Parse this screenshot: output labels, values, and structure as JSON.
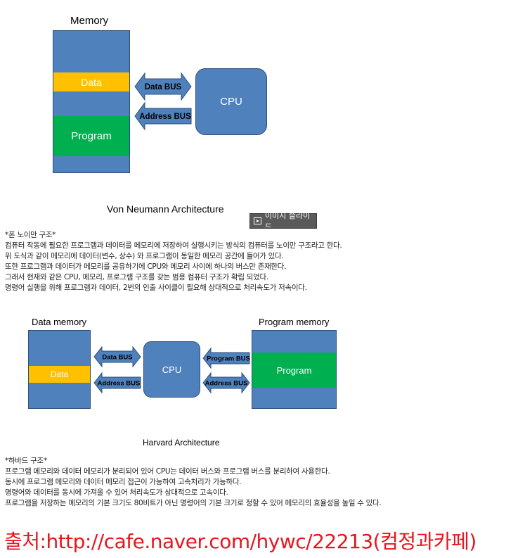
{
  "von_neumann": {
    "memory_title": "Memory",
    "data_segment": "Data",
    "program_segment": "Program",
    "data_bus": "Data BUS",
    "address_bus": "Address BUS",
    "cpu": "CPU",
    "caption": "Von Neumann Architecture"
  },
  "slide_button": {
    "label": "이미지 슬라이드",
    "icon": "slideshow-icon"
  },
  "von_neumann_text": {
    "heading": "*폰 노이만 구조*",
    "lines": [
      "컴퓨터 작동에 필요한 프로그램과 데이터를 메모리에 저장하여 실행시키는 방식의 컴퓨터를 노이만 구조라고 한다.",
      "위 도식과 같이 메모리에 데이터(변수, 상수) 와 프로그램이 동일한 메모리 공간에 들어가 있다.",
      "또한 프로그램과 데이터가 메모리를 공유하기에 CPU와 메모리 사이에 하나의 버스만 존재한다.",
      "그래서 현재와 같은 CPU, 메모리, 프로그램 구조를 갖는 범용 컴퓨터 구조가 확립 되었다.",
      "명령어 실행을 위해 프로그램과 데이터, 2번의 인출 사이클이 필요해 상대적으로 처리속도가 저속이다."
    ]
  },
  "harvard": {
    "data_memory_title": "Data memory",
    "program_memory_title": "Program memory",
    "data_segment": "Data",
    "program_segment": "Program",
    "cpu": "CPU",
    "data_bus": "Data BUS",
    "address_bus_left": "Address BUS",
    "program_bus": "Program BUS",
    "address_bus_right": "Address BUS",
    "caption": "Harvard Architecture"
  },
  "harvard_text": {
    "heading": "*하바드 구조*",
    "lines": [
      "프로그램 메모리와 데이터 메모리가 분리되어 있어 CPU는 데이터 버스와 프로그램 버스를 분리하여 사용한다.",
      "동시에 프로그램 메모리와 데이터 메모리 접근이 가능하여 고속처리가 가능하다.",
      "명령어와 데이터를 동시에 가져올 수 있어 처리속도가 상대적으로 고속이다.",
      "프로그램을 저장하는 메모리의 기본 크기도 80비트가 아닌 명령어의 기본 크기로 정할 수 있어 메모리의 효율성을 높일 수 있다."
    ]
  },
  "source_line": "출처:http://cafe.naver.com/hywc/22213(컴정과카페)",
  "colors": {
    "memory_blue": "#4f81bd",
    "data_yellow": "#ffc000",
    "program_green": "#00b050",
    "bus_arrow": "#4f81bd",
    "source_red": "#e8141e"
  }
}
